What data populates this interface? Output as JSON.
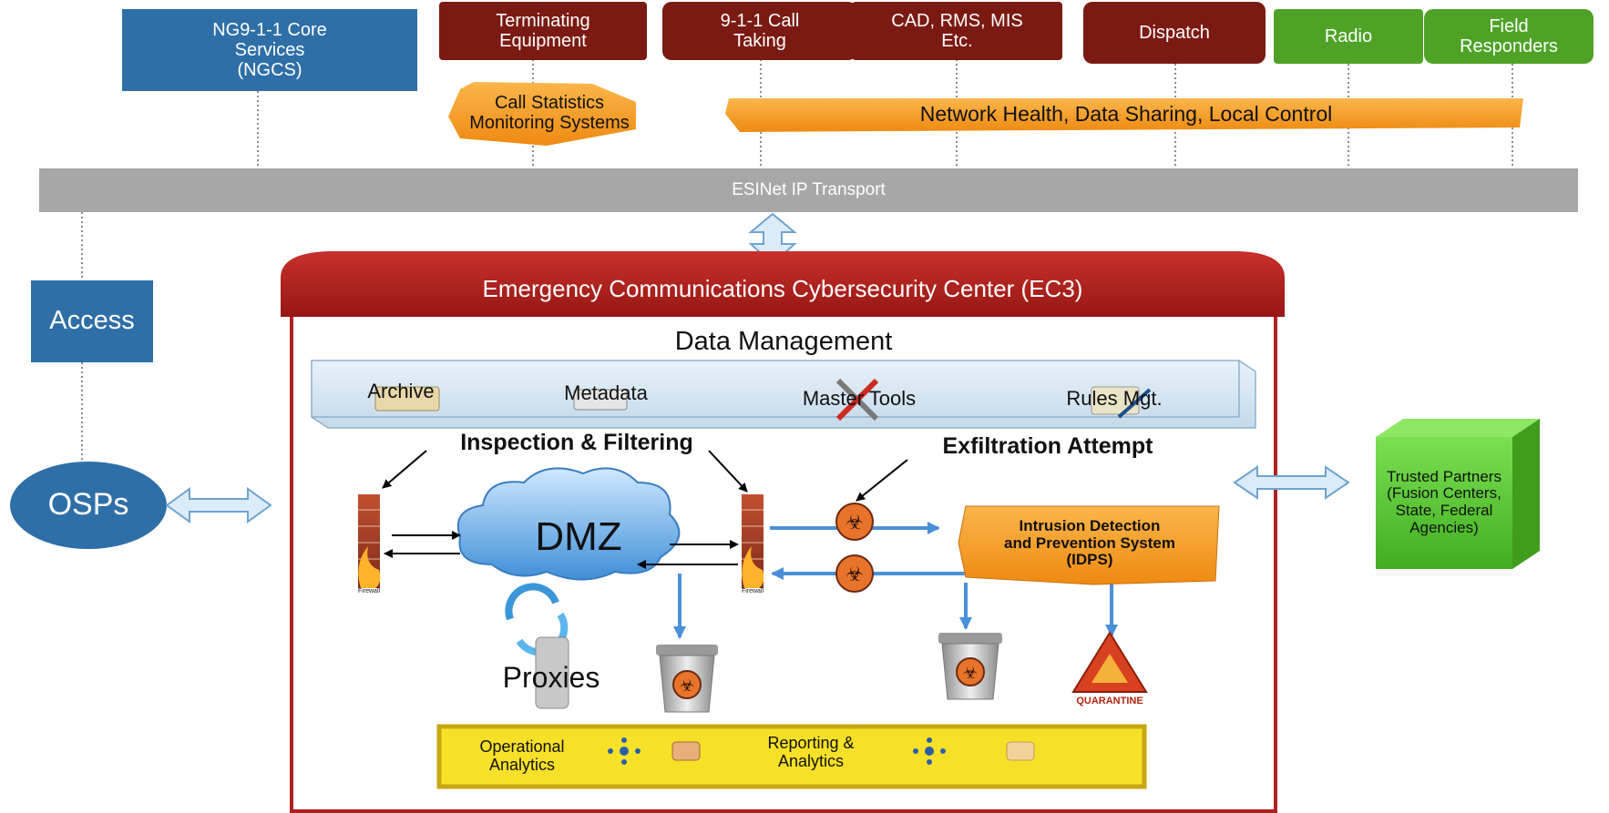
{
  "top_boxes": {
    "ngcs": "NG9-1-1 Core\nServices\n(NGCS)",
    "terminating": "Terminating\nEquipment",
    "call_taking": "9-1-1 Call\nTaking",
    "cad": "CAD, RMS, MIS\nEtc.",
    "dispatch": "Dispatch",
    "radio": "Radio",
    "field": "Field\nResponders"
  },
  "banners": {
    "call_stats": "Call Statistics\nMonitoring Systems",
    "network_health": "Network Health, Data Sharing, Local Control"
  },
  "transport": "ESINet IP Transport",
  "access": "Access",
  "osps": "OSPs",
  "ec3": {
    "title": "Emergency Communications Cybersecurity Center (EC3)",
    "data_management": "Data Management",
    "shelf": {
      "archive": "Archive",
      "metadata": "Metadata",
      "master_tools": "Master Tools",
      "rules": "Rules Mgt."
    },
    "inspection": "Inspection & Filtering",
    "exfiltration": "Exfiltration Attempt",
    "dmz": "DMZ",
    "proxies": "Proxies",
    "firewall": "Firewall",
    "idps": "Intrusion Detection\nand Prevention System\n(IDPS)",
    "quarantine": "QUARANTINE",
    "operational": "Operational\nAnalytics",
    "reporting": "Reporting &\nAnalytics"
  },
  "trusted_partners": "Trusted Partners\n(Fusion Centers,\nState, Federal\nAgencies)",
  "colors": {
    "ngcs_blue": "#2f6fa7",
    "dark_red": "#7b1a12",
    "green": "#4ea327",
    "orange": "#f39a1f",
    "gray": "#a7a7a7",
    "ec3_red": "#b0201f",
    "yellow": "#f7e128",
    "bright_green": "#5ec93a"
  }
}
